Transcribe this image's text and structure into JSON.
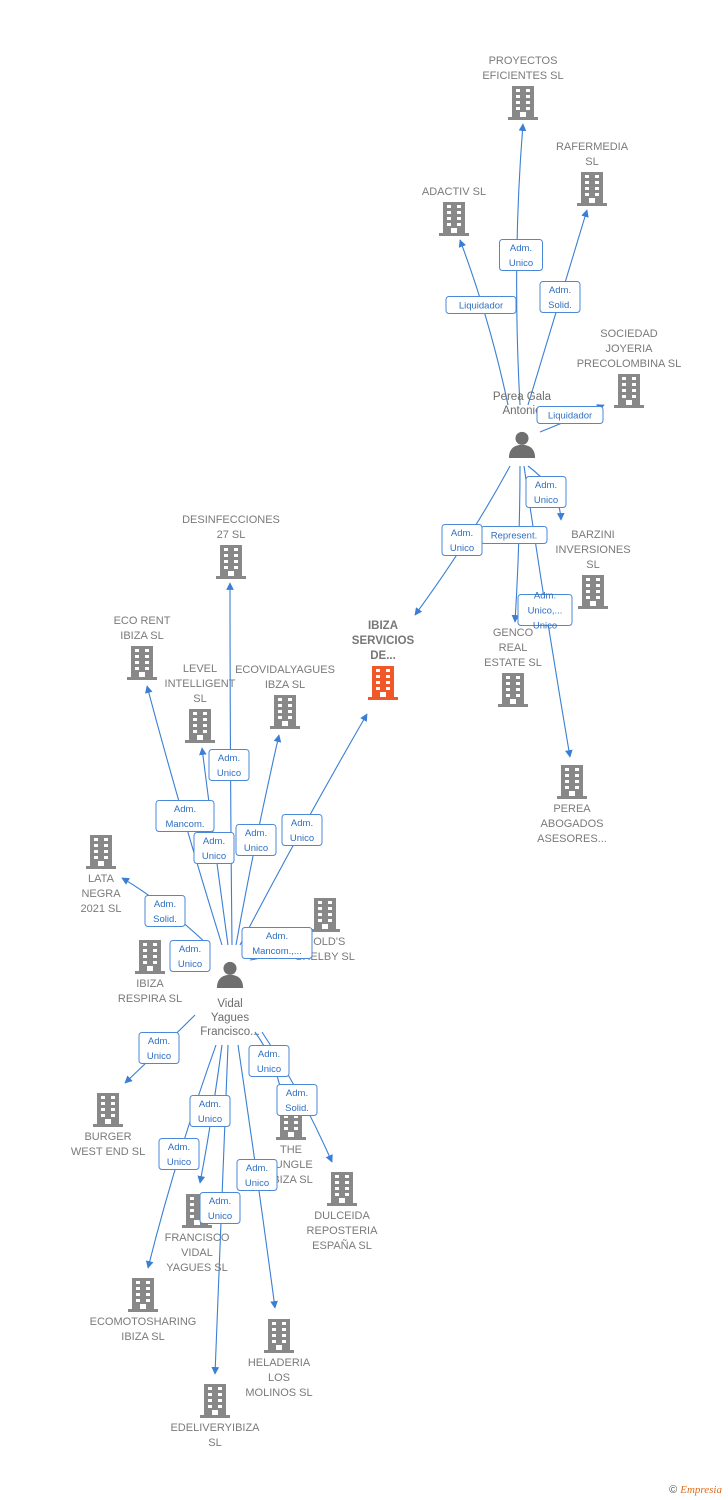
{
  "colors": {
    "company": "#888888",
    "focus": "#f0582a",
    "edge": "#3a7fd4",
    "label": "#7a7a7a"
  },
  "persons": [
    {
      "id": "perea",
      "lines": [
        "Perea Gala",
        "Antonio"
      ],
      "icon": "person-icon"
    },
    {
      "id": "vidal",
      "lines": [
        "Vidal",
        "Yagues",
        "Francisco..."
      ],
      "icon": "person-icon"
    }
  ],
  "companies": [
    {
      "id": "proyectos",
      "lines": [
        "PROYECTOS",
        "EFICIENTES SL"
      ]
    },
    {
      "id": "rafermedia",
      "lines": [
        "RAFERMEDIA",
        "SL"
      ]
    },
    {
      "id": "adactiv",
      "lines": [
        "ADACTIV SL"
      ]
    },
    {
      "id": "sociedad",
      "lines": [
        "SOCIEDAD",
        "JOYERIA",
        "PRECOLOMBINA SL"
      ]
    },
    {
      "id": "barzini",
      "lines": [
        "BARZINI",
        "INVERSIONES",
        "SL"
      ]
    },
    {
      "id": "genco",
      "lines": [
        "GENCO",
        "REAL",
        "ESTATE SL"
      ]
    },
    {
      "id": "perea_abogados",
      "lines": [
        "PEREA",
        "ABOGADOS",
        "ASESORES..."
      ]
    },
    {
      "id": "ibiza_servicios",
      "lines": [
        "IBIZA",
        "SERVICIOS",
        "DE..."
      ],
      "focus": true
    },
    {
      "id": "desinfecciones",
      "lines": [
        "DESINFECCIONES",
        "27 SL"
      ]
    },
    {
      "id": "eco_rent",
      "lines": [
        "ECO RENT",
        "IBIZA SL"
      ]
    },
    {
      "id": "level",
      "lines": [
        "LEVEL",
        "INTELLIGENT",
        "SL"
      ]
    },
    {
      "id": "ecovidal",
      "lines": [
        "ECOVIDALYAGUES",
        "IBZA SL"
      ]
    },
    {
      "id": "lata",
      "lines": [
        "LATA",
        "NEGRA",
        "2021 SL"
      ]
    },
    {
      "id": "golds",
      "lines": [
        "GOLD'S",
        "SHELBY SL"
      ]
    },
    {
      "id": "ibiza_respira",
      "lines": [
        "IBIZA",
        "RESPIRA SL"
      ]
    },
    {
      "id": "burger",
      "lines": [
        "BURGER",
        "WEST END SL"
      ]
    },
    {
      "id": "jungle",
      "lines": [
        "THE",
        "JUNGLE",
        "IBIZA SL"
      ]
    },
    {
      "id": "dulceida",
      "lines": [
        "DULCEIDA",
        "REPOSTERIA",
        "ESPAÑA SL"
      ]
    },
    {
      "id": "francisco",
      "lines": [
        "FRANCISCO",
        "VIDAL",
        "YAGUES SL"
      ]
    },
    {
      "id": "ecomoto",
      "lines": [
        "ECOMOTOSHARING",
        "IBIZA SL"
      ]
    },
    {
      "id": "heladeria",
      "lines": [
        "HELADERIA",
        "LOS",
        "MOLINOS SL"
      ]
    },
    {
      "id": "edelivery",
      "lines": [
        "EDELIVERYIBIZA",
        "SL"
      ]
    }
  ],
  "edges": [
    {
      "from": "perea",
      "to": "proyectos",
      "label": [
        "Adm.",
        "Unico"
      ]
    },
    {
      "from": "perea",
      "to": "rafermedia",
      "label": [
        "Adm.",
        "Solid."
      ]
    },
    {
      "from": "perea",
      "to": "adactiv",
      "label": [
        "Liquidador"
      ]
    },
    {
      "from": "perea",
      "to": "sociedad",
      "label": [
        "Liquidador"
      ]
    },
    {
      "from": "perea",
      "to": "barzini",
      "label": [
        "Adm.",
        "Unico"
      ]
    },
    {
      "from": "perea",
      "to": "genco",
      "label": [
        "Represent."
      ]
    },
    {
      "from": "perea",
      "to": "perea_abogados",
      "label": [
        "Adm.",
        "Unico,...",
        "Unico"
      ]
    },
    {
      "from": "perea",
      "to": "ibiza_servicios",
      "label": [
        "Adm.",
        "Unico"
      ]
    },
    {
      "from": "vidal",
      "to": "ibiza_servicios",
      "label": [
        "Adm.",
        "Unico"
      ]
    },
    {
      "from": "vidal",
      "to": "desinfecciones",
      "label": [
        "Adm.",
        "Unico"
      ]
    },
    {
      "from": "vidal",
      "to": "eco_rent",
      "label": [
        "Adm.",
        "Mancom."
      ]
    },
    {
      "from": "vidal",
      "to": "level",
      "label": [
        "Adm.",
        "Unico"
      ]
    },
    {
      "from": "vidal",
      "to": "ecovidal",
      "label": [
        "Adm.",
        "Unico"
      ]
    },
    {
      "from": "vidal",
      "to": "lata",
      "label": [
        "Adm.",
        "Solid."
      ]
    },
    {
      "from": "vidal",
      "to": "golds",
      "label": [
        "Adm.",
        "Mancom.,..."
      ]
    },
    {
      "from": "vidal",
      "to": "ibiza_respira",
      "label": [
        "Adm.",
        "Unico"
      ]
    },
    {
      "from": "vidal",
      "to": "burger",
      "label": [
        "Adm.",
        "Unico"
      ]
    },
    {
      "from": "vidal",
      "to": "jungle",
      "label": [
        "Adm.",
        "Unico"
      ]
    },
    {
      "from": "vidal",
      "to": "dulceida",
      "label": [
        "Adm.",
        "Solid."
      ]
    },
    {
      "from": "vidal",
      "to": "francisco",
      "label": [
        "Adm.",
        "Unico"
      ]
    },
    {
      "from": "vidal",
      "to": "ecomoto",
      "label": [
        "Adm.",
        "Unico"
      ]
    },
    {
      "from": "vidal",
      "to": "heladeria",
      "label": [
        "Adm.",
        "Unico"
      ]
    },
    {
      "from": "vidal",
      "to": "edelivery",
      "label": [
        "Adm.",
        "Unico"
      ]
    }
  ],
  "footer": {
    "copyright": "©",
    "brand": "Empresia"
  }
}
